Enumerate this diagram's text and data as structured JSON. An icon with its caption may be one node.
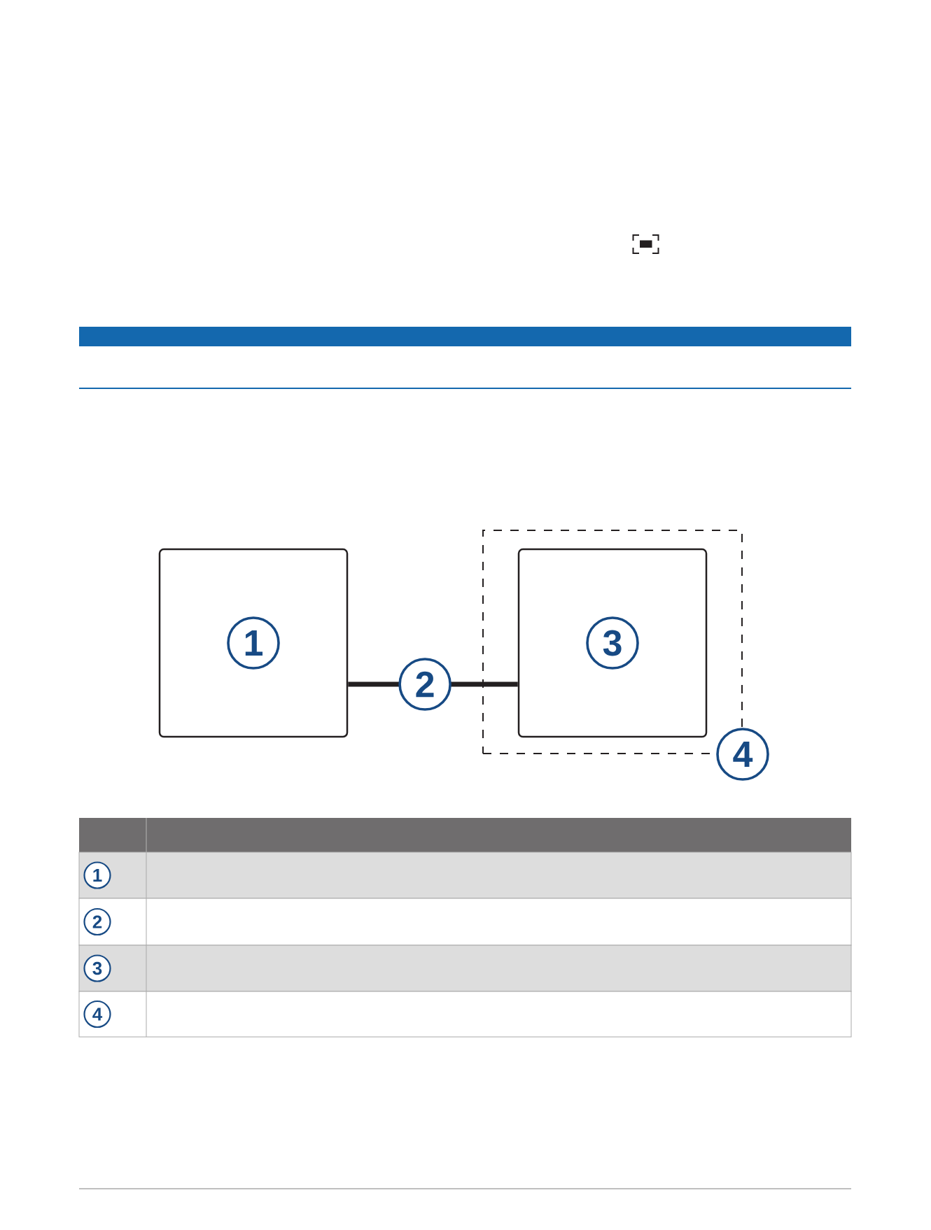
{
  "diagram": {
    "nodes": [
      {
        "text": [],
        "shape": "bar"
      },
      {
        "text": [
          "1"
        ]
      },
      {
        "text": [
          "4"
        ]
      },
      {
        "text": [
          "3"
        ],
        "in": 2
      }
    ],
    "edges": [
      {
        "from": 1,
        "to": 3,
        "arrow": "none",
        "label": "2"
      }
    ],
    "labels": [
      "1",
      "2",
      "3",
      "4"
    ]
  }
}
